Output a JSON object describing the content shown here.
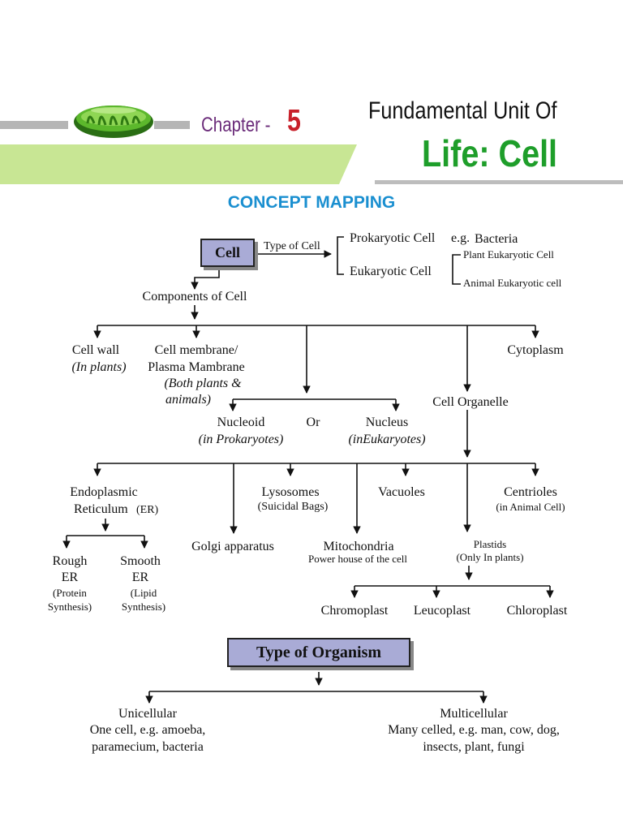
{
  "header": {
    "chapter_label": "Chapter -",
    "chapter_number": "5",
    "title_line1": "Fundamental Unit Of",
    "title_line2": "Life: Cell",
    "section_heading": "CONCEPT MAPPING"
  },
  "map": {
    "cell_box": "Cell",
    "type_of_cell": "Type of Cell",
    "prokaryotic": "Prokaryotic Cell",
    "eg": "e.g.",
    "bacteria": "Bacteria",
    "eukaryotic": "Eukaryotic Cell",
    "plant_eukaryotic": "Plant Eukaryotic Cell",
    "animal_eukaryotic": "Animal Eukaryotic cell",
    "components": "Components of Cell",
    "cell_wall": "Cell wall",
    "cell_wall_note": "(In plants)",
    "cell_membrane": "Cell membrane/",
    "plasma_membrane": "Plasma Mambrane",
    "both_note_1": "(Both plants &",
    "both_note_2": "animals)",
    "cytoplasm": "Cytoplasm",
    "cell_organelle": "Cell Organelle",
    "nucleoid": "Nucleoid",
    "nucleoid_note": "(in Prokaryotes)",
    "or": "Or",
    "nucleus": "Nucleus",
    "nucleus_note": "(inEukaryotes)",
    "er_1": "Endoplasmic",
    "er_2": "Reticulum",
    "er_abbr": "(ER)",
    "lysosomes": "Lysosomes",
    "lysosomes_note": "(Suicidal Bags)",
    "vacuoles": "Vacuoles",
    "centrioles": "Centrioles",
    "centrioles_note": "(in Animal Cell)",
    "golgi": "Golgi apparatus",
    "mitochondria": "Mitochondria",
    "mitochondria_note": "Power house of the cell",
    "plastids": "Plastids",
    "plastids_note": "(Only In plants)",
    "rough_1": "Rough",
    "rough_2": "ER",
    "rough_3": "(Protein",
    "rough_4": "Synthesis)",
    "smooth_1": "Smooth",
    "smooth_2": "ER",
    "smooth_3": "(Lipid",
    "smooth_4": "Synthesis)",
    "chromoplast": "Chromoplast",
    "leucoplast": "Leucoplast",
    "chloroplast": "Chloroplast"
  },
  "organism": {
    "box": "Type of Organism",
    "unicellular": "Unicellular",
    "uni_desc_1": "One cell, e.g. amoeba,",
    "uni_desc_2": "paramecium, bacteria",
    "multicellular": "Multicellular",
    "multi_desc_1": "Many celled, e.g. man, cow, dog,",
    "multi_desc_2": "insects, plant, fungi"
  },
  "colors": {
    "accent_green": "#c8e694",
    "title_green": "#1e9e2a",
    "heading_blue": "#1a8fd0",
    "chapter_purple": "#6b2c7a",
    "chapter_red": "#c8202a",
    "box_fill": "#a9abd6"
  },
  "icons": {
    "logo": "mitochondrion-logo-icon"
  }
}
